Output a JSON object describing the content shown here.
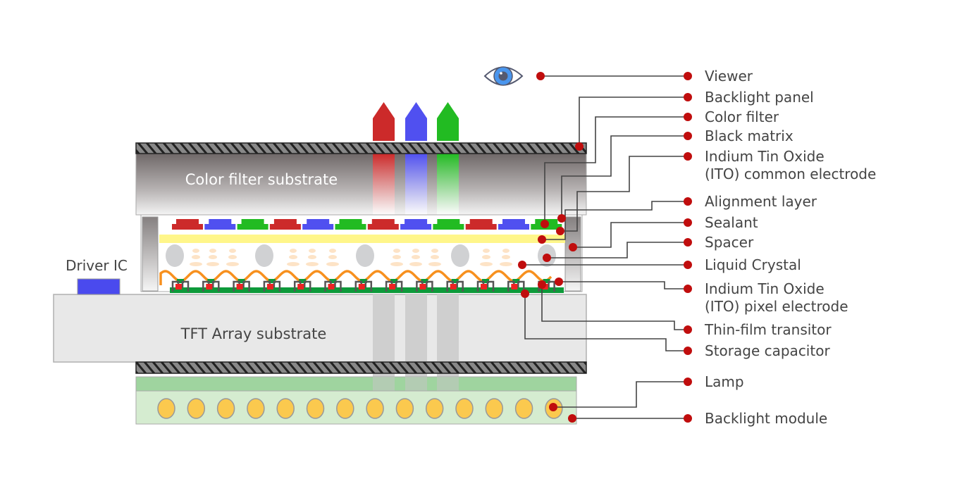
{
  "substrates": {
    "color_filter": "Color filter substrate",
    "tft_array": "TFT Array substrate",
    "driver_ic": "Driver IC"
  },
  "labels": [
    {
      "id": "viewer",
      "lines": [
        "Viewer"
      ]
    },
    {
      "id": "backlight-panel",
      "lines": [
        "Backlight panel"
      ]
    },
    {
      "id": "color-filter",
      "lines": [
        "Color filter"
      ]
    },
    {
      "id": "black-matrix",
      "lines": [
        "Black matrix"
      ]
    },
    {
      "id": "ito-common",
      "lines": [
        "Indium Tin Oxide",
        "(ITO) common electrode"
      ]
    },
    {
      "id": "alignment-layer",
      "lines": [
        "Alignment layer"
      ]
    },
    {
      "id": "sealant",
      "lines": [
        "Sealant"
      ]
    },
    {
      "id": "spacer",
      "lines": [
        "Spacer"
      ]
    },
    {
      "id": "liquid-crystal",
      "lines": [
        "Liquid Crystal"
      ]
    },
    {
      "id": "ito-pixel",
      "lines": [
        "Indium Tin Oxide",
        "(ITO) pixel electrode"
      ]
    },
    {
      "id": "tft",
      "lines": [
        "Thin-film transitor"
      ]
    },
    {
      "id": "storage-capacitor",
      "lines": [
        "Storage capacitor"
      ]
    },
    {
      "id": "lamp",
      "lines": [
        "Lamp"
      ]
    },
    {
      "id": "backlight-module",
      "lines": [
        "Backlight module"
      ]
    }
  ],
  "colors": {
    "red": "#cc2a2a",
    "blue": "#5050f0",
    "green": "#22bb22",
    "marker": "#c00d0d",
    "alignment": "#fff68a",
    "lamp": "#fbc94e"
  }
}
